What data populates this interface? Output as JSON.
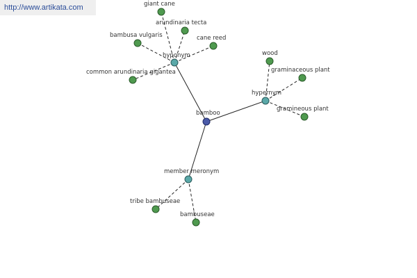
{
  "header": {
    "url": "http://www.artikata.com"
  },
  "colors": {
    "center": "#4a5aa8",
    "relation": "#5aa8a8",
    "leaf": "#4f9a4f"
  },
  "graph": {
    "center": {
      "id": "bamboo",
      "label": "bamboo"
    },
    "relations": [
      {
        "id": "hyponym",
        "label": "hyponym"
      },
      {
        "id": "hypernym",
        "label": "hypernym"
      },
      {
        "id": "member-meronym",
        "label": "member meronym"
      }
    ],
    "leaves": [
      {
        "id": "giant-cane",
        "label": "giant cane",
        "relation": "hyponym"
      },
      {
        "id": "arundinaria-tecta",
        "label": "arundinaria tecta",
        "relation": "hyponym"
      },
      {
        "id": "bambusa-vulgaris",
        "label": "bambusa vulgaris",
        "relation": "hyponym"
      },
      {
        "id": "cane-reed",
        "label": "cane reed",
        "relation": "hyponym"
      },
      {
        "id": "common-arundinaria-gigantea",
        "label": "common arundinaria gigantea",
        "relation": "hyponym"
      },
      {
        "id": "wood",
        "label": "wood",
        "relation": "hypernym"
      },
      {
        "id": "graminaceous-plant",
        "label": "graminaceous plant",
        "relation": "hypernym"
      },
      {
        "id": "gramineous-plant",
        "label": "gramineous plant",
        "relation": "hypernym"
      },
      {
        "id": "tribe-bambuseae",
        "label": "tribe bambuseae",
        "relation": "member-meronym"
      },
      {
        "id": "bambuseae",
        "label": "bambuseae",
        "relation": "member-meronym"
      }
    ]
  }
}
